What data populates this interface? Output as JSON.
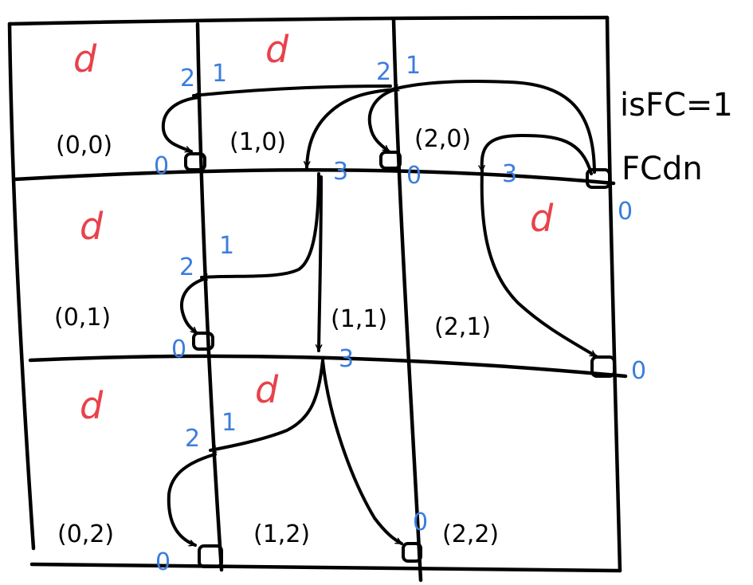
{
  "colors": {
    "ink": "#000000",
    "d_label": "#e8424b",
    "port_label": "#3b7ddd"
  },
  "cells": [
    {
      "coord": "(0,0)",
      "d": "d"
    },
    {
      "coord": "(1,0)",
      "d": "d"
    },
    {
      "coord": "(2,0)",
      "d": "d"
    },
    {
      "coord": "(0,1)",
      "d": "d"
    },
    {
      "coord": "(1,1)",
      "d": "d"
    },
    {
      "coord": "(2,1)",
      "d": ""
    },
    {
      "coord": "(0,2)",
      "d": "d"
    },
    {
      "coord": "(1,2)",
      "d": ""
    },
    {
      "coord": "(2,2)",
      "d": ""
    }
  ],
  "ports": {
    "p00_0": "0",
    "p10_2": "2",
    "p10_1": "1",
    "p10_3": "3",
    "p20_2": "2",
    "p20_1": "1",
    "p20_0": "0",
    "p20_3": "3",
    "pfc_0": "0",
    "p01_2": "2",
    "p01_1": "1",
    "p01_0": "0",
    "p11_3": "3",
    "p21_0": "0",
    "p02_2": "2",
    "p02_1": "1",
    "p02_0": "0",
    "p22_0": "0"
  },
  "annotations": {
    "is_fc": "isFC=1",
    "fc_dn": "FCdn"
  }
}
